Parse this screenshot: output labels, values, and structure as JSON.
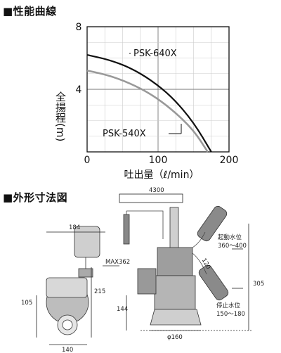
{
  "section1": {
    "title": "■性能曲線"
  },
  "section2": {
    "title": "■外形寸法図"
  },
  "chart_data": {
    "type": "line",
    "title": "",
    "xlabel": "吐出量（ℓ/min）",
    "ylabel": "全揚程(m)",
    "xlim": [
      0,
      200
    ],
    "ylim": [
      0,
      8
    ],
    "x_ticks": [
      "0",
      "100",
      "200"
    ],
    "y_ticks": [
      "4",
      "8"
    ],
    "grid": true,
    "series": [
      {
        "name": "PSK-640X",
        "color": "#111111",
        "x": [
          0,
          30,
          60,
          90,
          120,
          150,
          175
        ],
        "y": [
          6.2,
          5.9,
          5.4,
          4.6,
          3.5,
          1.9,
          0
        ]
      },
      {
        "name": "PSK-540X",
        "color": "#999999",
        "x": [
          0,
          30,
          60,
          90,
          120,
          150,
          170
        ],
        "y": [
          5.2,
          4.9,
          4.4,
          3.7,
          2.7,
          1.4,
          0
        ]
      }
    ]
  },
  "diagram": {
    "dims": {
      "top_width": "4300",
      "width_184": "184",
      "max362": "MAX362",
      "height_105": "105",
      "height_215": "215",
      "bottom_140": "140",
      "height_144": "144",
      "diameter_160": "φ160",
      "height_305": "305",
      "angle_120": "120"
    },
    "labels": {
      "start_level_title": "起動水位",
      "start_level_range": "360～400",
      "stop_level_title": "停止水位",
      "stop_level_range": "150～180"
    }
  }
}
